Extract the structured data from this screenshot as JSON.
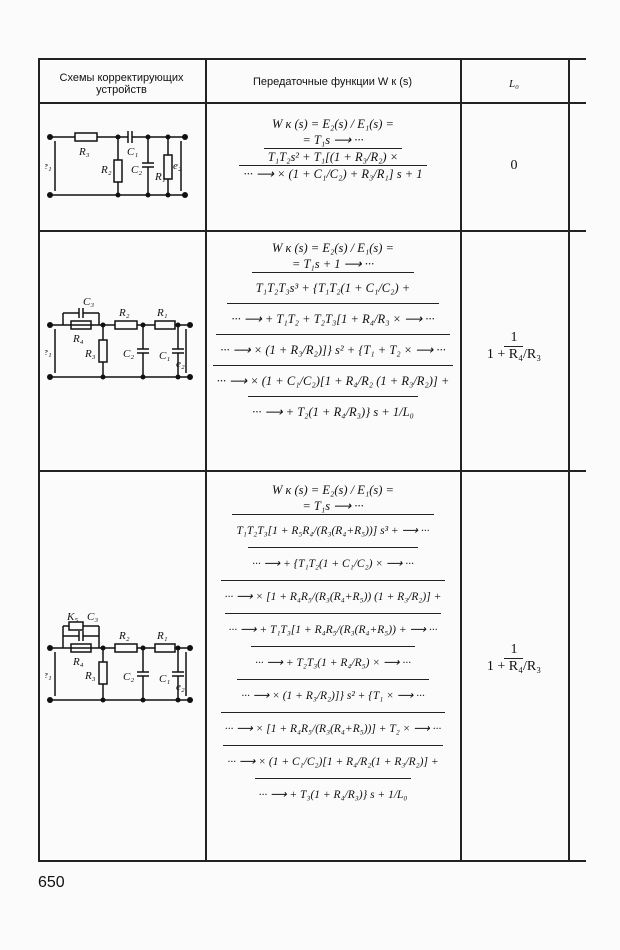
{
  "header": {
    "col1": "Схемы корректирующих устройств",
    "col2": "Передаточные функции W к (s)",
    "col3": "L₀"
  },
  "rows": [
    {
      "circuit": [
        "R₃",
        "R₂",
        "C₁",
        "C₂",
        "R₁",
        "e₁",
        "e₂"
      ],
      "formula": [
        "W к (s) = E₂(s) / E₁(s) =",
        "= T₁s  ⟶ ···",
        "T₁T₂s² + T₁[(1 + R₃/R₂) ×",
        "··· ⟶ × (1 + C₁/C₂) + R₃/R₁] s + 1"
      ],
      "l0": {
        "value": "0"
      }
    },
    {
      "circuit": [
        "C₃",
        "R₄",
        "R₂",
        "R₁",
        "R₃",
        "C₂",
        "C₁",
        "e₁",
        "e₂"
      ],
      "formula": [
        "W к (s) = E₂(s) / E₁(s) =",
        "= T₁s + 1  ⟶ ···",
        "T₁T₂T₃s³ + {T₁T₂(1 + C₁/C₂) +",
        "··· ⟶ + T₁T₂ + T₂T₃[1 + R₄/R₃ × ⟶ ···",
        "··· ⟶ × (1 + R₃/R₂)]} s² + {T₁ + T₂ × ⟶ ···",
        "··· ⟶ × (1 + C₁/C₂)[1 + R₄/R₂ (1 + R₃/R₂)] +",
        "··· ⟶ + T₂(1 + R₄/R₃)} s + 1/L₀"
      ],
      "l0": {
        "num": "1",
        "den": "1 + R₄/R₃"
      }
    },
    {
      "circuit": [
        "K₅",
        "C₃",
        "R₄",
        "R₂",
        "R₁",
        "R₃",
        "C₂",
        "C₁",
        "e₁",
        "e₂"
      ],
      "formula": [
        "W к (s) = E₂(s) / E₁(s) =",
        "= T₁s  ⟶ ···",
        "T₁T₂T₃[1 + R₅R₄/(R₃(R₄+R₅))] s³ + ⟶ ···",
        "··· ⟶ + {T₁T₂(1 + C₁/C₂) × ⟶ ···",
        "··· ⟶ × [1 + R₄R₅/(R₃(R₄+R₅)) (1 + R₃/R₂)] +",
        "··· ⟶ + T₁T₃[1 + R₄R₅/(R₃(R₄+R₅)) + ⟶ ···",
        "··· ⟶ + T₂T₃(1 + R₄/R₅) × ⟶ ···",
        "··· ⟶ × (1 + R₃/R₂)]} s² + {T₁ × ⟶ ···",
        "··· ⟶ × [1 + R₄R₅/(R₃(R₄+R₅))] + T₂ × ⟶ ···",
        "··· ⟶ × (1 + C₁/C₂)[1 + R₄/R₂(1 + R₃/R₂)] +",
        "··· ⟶ + T₃(1 + R₄/R₃)} s + 1/L₀"
      ],
      "l0": {
        "num": "1",
        "den": "1 + R₄/R₃"
      }
    }
  ],
  "page_number": "650"
}
